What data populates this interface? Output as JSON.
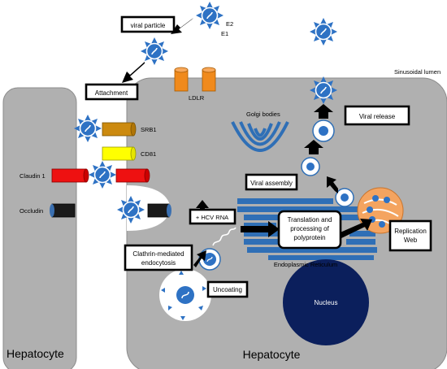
{
  "colors": {
    "cell_fill": "#b0b0b0",
    "cell_border": "#8c8c8c",
    "virus_blue": "#2e72c4",
    "virus_core_stroke": "#ffffff",
    "er_blue": "#2f6fb6",
    "nucleus": "#0b1f5c",
    "srb1": "#cc8a0f",
    "cd81": "#ffff00",
    "claudin": "#ee1111",
    "occludin": "#1a1a1a",
    "ldlr": "#f08a1c",
    "replication_web": "#f4a460",
    "text": "#000000"
  },
  "icons": [
    "viral-particle-icon",
    "receptor-cylinder-icon",
    "arrow-icon",
    "vesicle-icon",
    "golgi-icon",
    "er-icon",
    "nucleus-icon",
    "replication-web-icon"
  ],
  "labels": {
    "viral_particle": "viral particle",
    "e2": "E2",
    "e1": "E1",
    "sinusoidal_lumen": "Sinusoidal lumen",
    "attachment": "Attachment",
    "ldlr": "LDLR",
    "srb1": "SRB1",
    "cd81": "CD81",
    "claudin1": "Claudin 1",
    "occludin": "Occludin",
    "golgi": "Golgi bodies",
    "viral_release": "Viral release",
    "viral_assembly": "Viral assembly",
    "hcv_rna": "+ HCV RNA",
    "translation_l1": "Translation and",
    "translation_l2": "processing of",
    "translation_l3": "polyprotein",
    "replication_l1": "Replication",
    "replication_l2": "Web",
    "er": "Endoplasmic  Reticulum",
    "clathrin_l1": "Clathrin-mediated",
    "clathrin_l2": "endocytosis",
    "uncoating": "Uncoating",
    "nucleus": "Nucleus",
    "hepatocyte_left": "Hepatocyte",
    "hepatocyte_right": "Hepatocyte"
  }
}
